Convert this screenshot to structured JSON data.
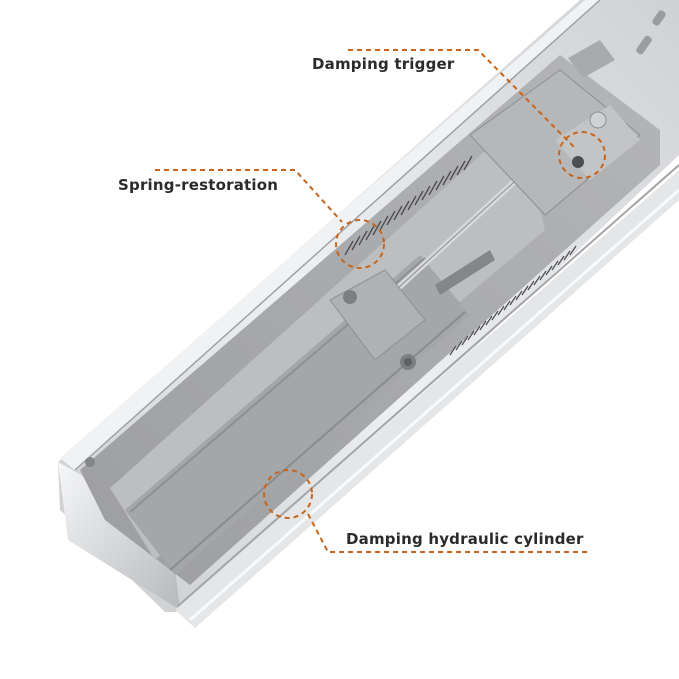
{
  "callouts": {
    "damping_trigger": "Damping trigger",
    "spring_restoration": "Spring-restoration",
    "damping_hydraulic_cylinder": "Damping hydraulic cylinder"
  },
  "colors": {
    "callout_line": "#c8651b",
    "label_text": "#2b2b2b",
    "rail_metal": "#d9dadc",
    "plastic_gray": "#a9a9ab",
    "background": "#ffffff"
  }
}
